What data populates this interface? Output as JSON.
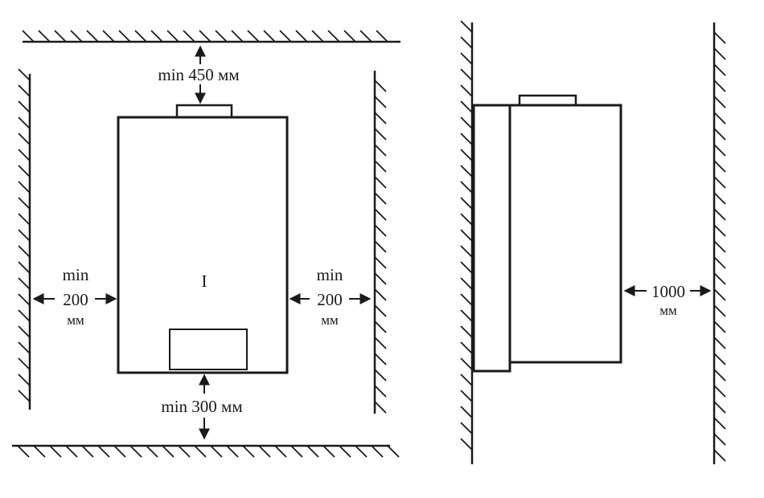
{
  "labels": {
    "top_clearance": "min 450 мм",
    "bottom_clearance": "min 300 мм",
    "left_min": "min",
    "left_value": "200",
    "left_unit": "мм",
    "right_min": "min",
    "right_value": "200",
    "right_unit": "мм",
    "front_value": "1000",
    "front_unit": "мм",
    "indicator": "I"
  },
  "colors": {
    "line": "#1a1a1a",
    "background": "#ffffff"
  }
}
